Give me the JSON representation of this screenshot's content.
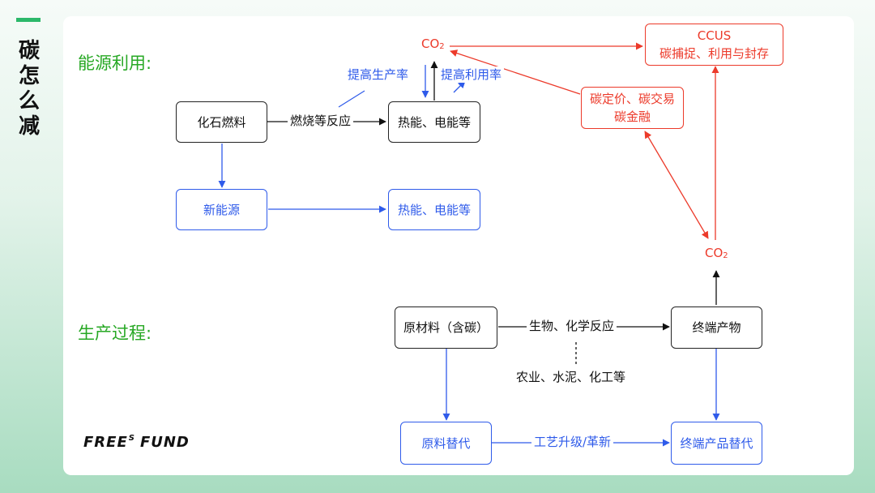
{
  "side_title": "碳怎么减",
  "sections": {
    "energy": "能源利用:",
    "production": "生产过程:"
  },
  "nodes": {
    "fossil_fuel": "化石燃料",
    "heat_electricity_top": "热能、电能等",
    "new_energy": "新能源",
    "heat_electricity_bottom": "热能、电能等",
    "co2_top_main": "CO",
    "co2_top_sub": "2",
    "ccus_line1": "CCUS",
    "ccus_line2": "碳捕捉、利用与封存",
    "carbon_price_line1": "碳定价、碳交易",
    "carbon_price_line2": "碳金融",
    "co2_right_main": "CO",
    "co2_right_sub": "2",
    "raw_material": "原材料（含碳）",
    "end_product": "终端产物",
    "raw_material_substitute": "原料替代",
    "end_product_substitute": "终端产品替代"
  },
  "edge_labels": {
    "combustion": "燃烧等反应",
    "improve_production_rate": "提高生产率",
    "improve_utilization_rate": "提高利用率",
    "bio_chemical_reaction": "生物、化学反应",
    "industries": "农业、水泥、化工等",
    "process_upgrade": "工艺升级/革新"
  },
  "logo": {
    "text_left": "FREE",
    "superscript": "S",
    "text_right": "FUND"
  },
  "colors": {
    "accent_green": "#2cb86a",
    "section_green": "#27a824",
    "blue": "#2f5bea",
    "red": "#ec3a2a",
    "black": "#111111"
  }
}
